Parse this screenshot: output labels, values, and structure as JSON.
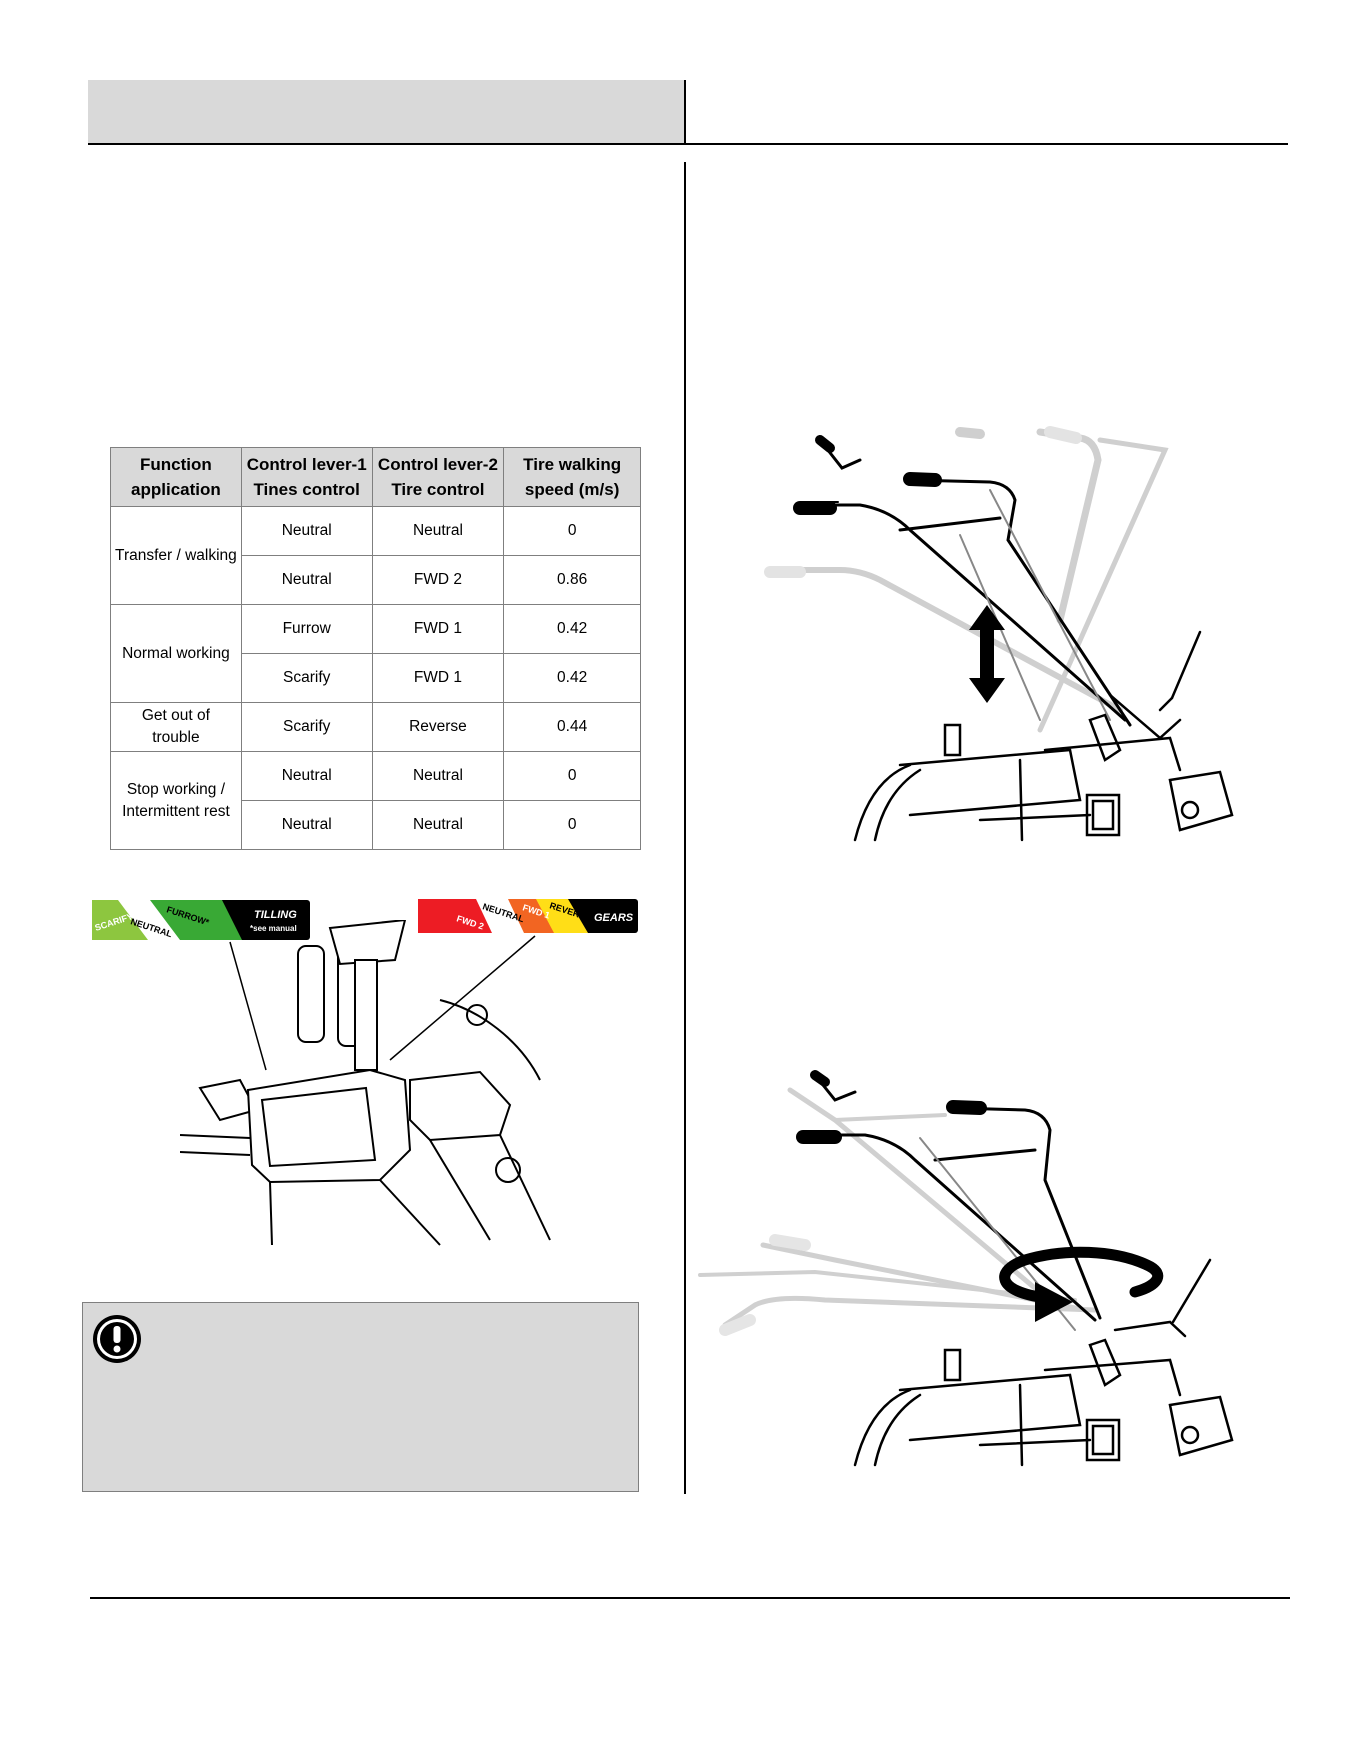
{
  "table": {
    "headers": [
      [
        "Function",
        "application"
      ],
      [
        "Control lever-1",
        "Tines control"
      ],
      [
        "Control lever-2",
        "Tire control"
      ],
      [
        "Tire walking",
        "speed (m/s)"
      ]
    ],
    "groups": [
      {
        "function": [
          "Transfer / walking"
        ],
        "rows": [
          {
            "lever1": "Neutral",
            "lever2": "Neutral",
            "speed": "0"
          },
          {
            "lever1": "Neutral",
            "lever2": "FWD 2",
            "speed": "0.86"
          }
        ]
      },
      {
        "function": [
          "Normal working"
        ],
        "rows": [
          {
            "lever1": "Furrow",
            "lever2": "FWD 1",
            "speed": "0.42"
          },
          {
            "lever1": "Scarify",
            "lever2": "FWD 1",
            "speed": "0.42"
          }
        ]
      },
      {
        "function": [
          "Get out of",
          "trouble"
        ],
        "rows": [
          {
            "lever1": "Scarify",
            "lever2": "Reverse",
            "speed": "0.44"
          }
        ]
      },
      {
        "function": [
          "Stop working /",
          "Intermittent rest"
        ],
        "rows": [
          {
            "lever1": "Neutral",
            "lever2": "Neutral",
            "speed": "0"
          },
          {
            "lever1": "Neutral",
            "lever2": "Neutral",
            "speed": "0"
          }
        ]
      }
    ]
  },
  "tilling_decal": {
    "segments": [
      "SCARIFY*",
      "NEUTRAL",
      "FURROW*"
    ],
    "title": "TILLING",
    "note": "*see manual",
    "colors": {
      "scarify": "#8dc63f",
      "neutral": "#ffffff",
      "furrow": "#39a935",
      "base": "#000000"
    }
  },
  "gears_decal": {
    "segments": [
      "FWD 2",
      "NEUTRAL",
      "FWD 1",
      "REVERSE"
    ],
    "title": "GEARS",
    "colors": {
      "fwd2": "#ed1c24",
      "neutral": "#ffffff",
      "fwd1": "#f26522",
      "reverse": "#ffde17",
      "base": "#000000"
    }
  },
  "icons": {
    "warning": "exclamation-circle-icon",
    "height_adjust": "double-arrow-vertical-icon",
    "rotation_adjust": "rotate-arrow-icon"
  }
}
